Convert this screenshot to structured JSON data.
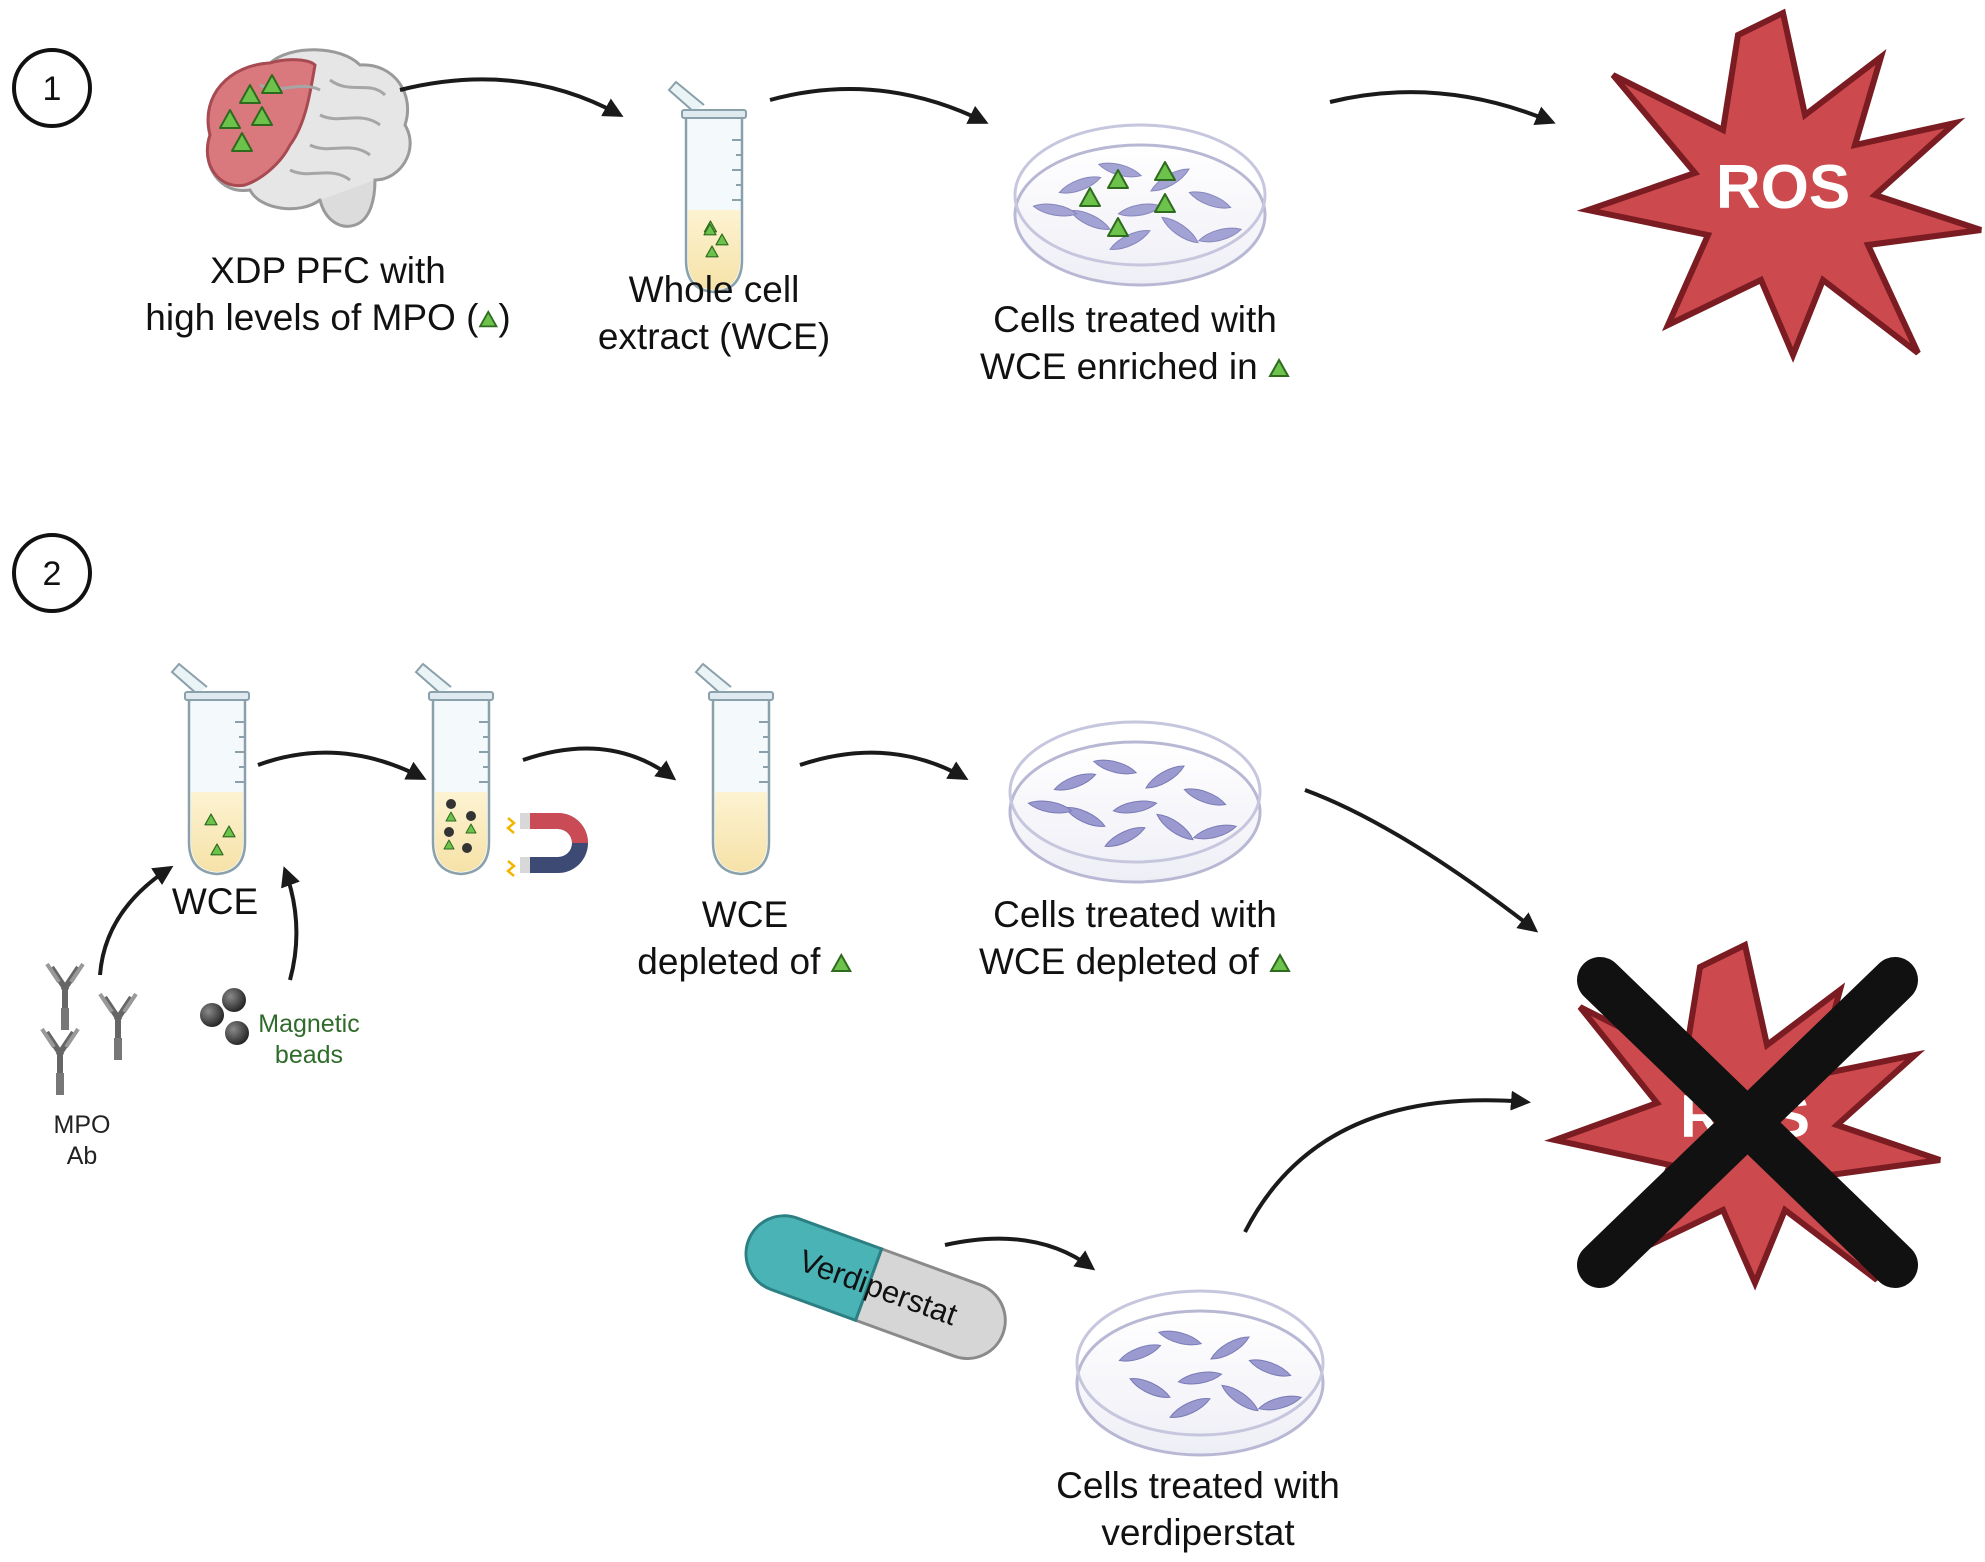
{
  "colors": {
    "triangle_fill": "#6cc24a",
    "triangle_stroke": "#2e6b1f",
    "ros_fill": "#cc4a4d",
    "ros_stroke": "#7a1c22",
    "cross": "#111111",
    "beads_label": "#2f6b2a",
    "liquid": "#fbeec4",
    "cells": "#8f8fc6",
    "brain_highlight": "#d9797e",
    "capsule_teal": "#4ab3b6",
    "capsule_grey": "#d6d6d6",
    "magnet_red": "#c94b55",
    "magnet_blue": "#3d4a73",
    "arrow": "#1a1a1a"
  },
  "panel1": {
    "step_number": "1",
    "brain_label": [
      "XDP PFC with",
      "high levels of MPO ("
    ],
    "brain_label_close": ")",
    "tube_label": [
      "Whole cell",
      "extract (WCE)"
    ],
    "dish_label": [
      "Cells treated with",
      "WCE enriched in "
    ],
    "ros_text": "ROS",
    "icons": [
      "brain-icon",
      "microtube-icon",
      "petri-dish-icon",
      "ros-burst-icon"
    ]
  },
  "panel2": {
    "step_number": "2",
    "wce_label": "WCE",
    "antibody_label": [
      "MPO",
      "Ab"
    ],
    "beads_label": [
      "Magnetic",
      "beads"
    ],
    "depleted_label": [
      "WCE",
      "depleted of "
    ],
    "dish_label": [
      "Cells treated with",
      "WCE depleted of "
    ],
    "capsule_text": "Verdiperstat",
    "verdiperstat_dish_label": [
      "Cells treated with",
      "verdiperstat"
    ],
    "ros_text": "ROS",
    "icons": [
      "microtube-icon",
      "magnet-icon",
      "antibody-icon",
      "magnetic-bead-icon",
      "capsule-icon",
      "petri-dish-icon",
      "crossed-ros-icon"
    ]
  }
}
